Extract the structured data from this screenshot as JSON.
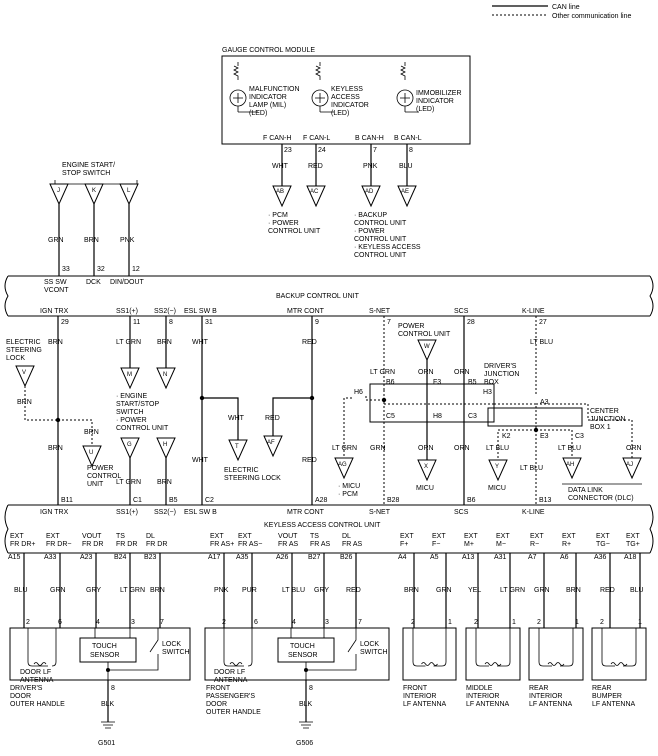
{
  "legend": {
    "can_line": "CAN line",
    "other_line": "Other communication line"
  },
  "gauge": {
    "title": "GAUGE CONTROL MODULE",
    "mil": [
      "MALFUNCTION",
      "INDICATOR",
      "LAMP (MIL)",
      "(LED)"
    ],
    "keyless": [
      "KEYLESS",
      "ACCESS",
      "INDICATOR",
      "(LED)"
    ],
    "immo": [
      "IMMOBILIZER",
      "INDICATOR",
      "(LED)"
    ],
    "pins": [
      {
        "name": "F CAN-H",
        "pin": "23",
        "wire": "WHT",
        "conn": "AB"
      },
      {
        "name": "F CAN-L",
        "pin": "24",
        "wire": "RED",
        "conn": "AC"
      },
      {
        "name": "B CAN-H",
        "pin": "7",
        "wire": "PNK",
        "conn": "AD"
      },
      {
        "name": "B CAN-L",
        "pin": "8",
        "wire": "BLU",
        "conn": "AE"
      }
    ],
    "pcm_note": [
      "· PCM",
      "· POWER",
      "  CONTROL UNIT"
    ],
    "backup_note": [
      "· BACKUP",
      "  CONTROL UNIT",
      "· POWER",
      "  CONTROL UNIT",
      "· KEYLESS ACCESS",
      "  CONTROL UNIT"
    ]
  },
  "engine_switch_top": {
    "title": [
      "ENGINE START/",
      "STOP SWITCH"
    ],
    "conns": [
      "J",
      "K",
      "L"
    ],
    "wires": [
      "GRN",
      "BRN",
      "PNK"
    ]
  },
  "backup_unit": {
    "title": "BACKUP CONTROL UNIT",
    "top_pins": [
      {
        "pin": "33",
        "name": "SS SW",
        "name2": "VCONT"
      },
      {
        "pin": "32",
        "name": "DCK",
        "name2": ""
      },
      {
        "pin": "12",
        "name": "DIN/DOUT",
        "name2": ""
      }
    ],
    "bottom_pins": [
      {
        "name": "IGN TRX",
        "pin": "29"
      },
      {
        "name": "SS1(+)",
        "pin": "11"
      },
      {
        "name": "SS2(−)",
        "pin": "8"
      },
      {
        "name": "ESL SW B",
        "pin": "31"
      },
      {
        "name": "MTR CONT",
        "pin": "9"
      },
      {
        "name": "S-NET",
        "pin": "7"
      },
      {
        "name": "SCS",
        "pin": "28"
      },
      {
        "name": "K-LINE",
        "pin": "27"
      }
    ]
  },
  "mid": {
    "esl_lock": [
      "ELECTRIC",
      "STEERING",
      "LOCK"
    ],
    "conn_v": "V",
    "engine_switch": [
      "· ENGINE",
      "  START/STOP",
      "  SWITCH",
      "· POWER",
      "  CONTROL UNIT"
    ],
    "conn_m": "M",
    "conn_n": "N",
    "pcu_top": [
      "POWER",
      "CONTROL UNIT"
    ],
    "conn_w": "W",
    "djb": [
      "DRIVER'S",
      "JUNCTION",
      "BOX"
    ],
    "cjb": [
      "CENTER",
      "JUNCTION",
      "BOX 1"
    ],
    "djb_pins": {
      "b6": "B6",
      "f3": "F3",
      "b5": "B5",
      "h3": "H3",
      "h6": "H6",
      "c5": "C5",
      "h8": "H8",
      "c3": "C3",
      "a3": "A3"
    },
    "cjb_pins": {
      "k2": "K2",
      "e3": "E3",
      "c3": "C3"
    },
    "conn_u": "U",
    "pcu_u": [
      "POWER",
      "CONTROL",
      "UNIT"
    ],
    "conn_g": "G",
    "conn_h": "H",
    "conn_t": "T",
    "conn_af": "AF",
    "esl_lock2": [
      "ELECTRIC",
      "STEERING LOCK"
    ],
    "conn_ag": "AG",
    "micu_pcm": [
      "· MICU",
      "· PCM"
    ],
    "conn_x": "X",
    "micu1": "MICU",
    "conn_y": "Y",
    "micu2": "MICU",
    "conn_ah": "AH",
    "conn_aj": "AJ",
    "dlc": [
      "DATA LINK",
      "CONNECTOR (DLC)"
    ],
    "wires": {
      "brn": "BRN",
      "ltgrn": "LT GRN",
      "wht": "WHT",
      "red": "RED",
      "orn": "ORN",
      "ltblu": "LT BLU",
      "grn": "GRN"
    }
  },
  "keyless_unit": {
    "title": "KEYLESS ACCESS CONTROL UNIT",
    "top_pins": [
      {
        "name": "IGN TRX",
        "pin": "B11"
      },
      {
        "name": "SS1(+)",
        "pin": "C1"
      },
      {
        "name": "SS2(−)",
        "pin": "B5"
      },
      {
        "name": "ESL SW B",
        "pin": "C2"
      },
      {
        "name": "MTR CONT",
        "pin": "A28"
      },
      {
        "name": "S-NET",
        "pin": "B28"
      },
      {
        "name": "SCS",
        "pin": "B6"
      },
      {
        "name": "K-LINE",
        "pin": "B13"
      }
    ],
    "bottom_pins": [
      {
        "l1": "EXT",
        "l2": "FR DR+",
        "pin": "A15",
        "wire": "BLU"
      },
      {
        "l1": "EXT",
        "l2": "FR DR−",
        "pin": "A33",
        "wire": "GRN"
      },
      {
        "l1": "VOUT",
        "l2": "FR DR",
        "pin": "A23",
        "wire": "GRY"
      },
      {
        "l1": "TS",
        "l2": "FR DR",
        "pin": "B24",
        "wire": "LT GRN"
      },
      {
        "l1": "DL",
        "l2": "FR DR",
        "pin": "B23",
        "wire": "BRN"
      },
      {
        "l1": "EXT",
        "l2": "FR AS+",
        "pin": "A17",
        "wire": "PNK"
      },
      {
        "l1": "EXT",
        "l2": "FR AS−",
        "pin": "A35",
        "wire": "PUR"
      },
      {
        "l1": "VOUT",
        "l2": "FR AS",
        "pin": "A26",
        "wire": "LT BLU"
      },
      {
        "l1": "TS",
        "l2": "FR AS",
        "pin": "B27",
        "wire": "GRY"
      },
      {
        "l1": "DL",
        "l2": "FR AS",
        "pin": "B26",
        "wire": "RED"
      },
      {
        "l1": "EXT",
        "l2": "F+",
        "pin": "A4",
        "wire": "BRN"
      },
      {
        "l1": "EXT",
        "l2": "F−",
        "pin": "A5",
        "wire": "GRN"
      },
      {
        "l1": "EXT",
        "l2": "M+",
        "pin": "A13",
        "wire": "YEL"
      },
      {
        "l1": "EXT",
        "l2": "M−",
        "pin": "A31",
        "wire": "LT GRN"
      },
      {
        "l1": "EXT",
        "l2": "R−",
        "pin": "A7",
        "wire": "GRN"
      },
      {
        "l1": "EXT",
        "l2": "R+",
        "pin": "A6",
        "wire": "BRN"
      },
      {
        "l1": "EXT",
        "l2": "TG−",
        "pin": "A36",
        "wire": "RED"
      },
      {
        "l1": "EXT",
        "l2": "TG+",
        "pin": "A18",
        "wire": "BLU"
      }
    ]
  },
  "handles": {
    "driver": {
      "pins": [
        "2",
        "6",
        "4",
        "3",
        "7"
      ],
      "antenna": [
        "DOOR LF",
        "ANTENNA"
      ],
      "sensor": [
        "TOUCH",
        "SENSOR"
      ],
      "lock": [
        "LOCK",
        "SWITCH"
      ],
      "name": [
        "DRIVER'S",
        "DOOR",
        "OUTER HANDLE"
      ],
      "gnd_pin": "8",
      "gnd_wire": "BLK",
      "ground": "G501"
    },
    "pass": {
      "pins": [
        "2",
        "6",
        "4",
        "3",
        "7"
      ],
      "antenna": [
        "DOOR LF",
        "ANTENNA"
      ],
      "sensor": [
        "TOUCH",
        "SENSOR"
      ],
      "lock": [
        "LOCK",
        "SWITCH"
      ],
      "name": [
        "FRONT",
        "PASSENGER'S",
        "DOOR",
        "OUTER HANDLE"
      ],
      "gnd_pin": "8",
      "gnd_wire": "BLK",
      "ground": "G506"
    }
  },
  "antennas": [
    {
      "pins": [
        "2",
        "1"
      ],
      "name": [
        "FRONT",
        "INTERIOR",
        "LF ANTENNA"
      ]
    },
    {
      "pins": [
        "2",
        "1"
      ],
      "name": [
        "MIDDLE",
        "INTERIOR",
        "LF ANTENNA"
      ]
    },
    {
      "pins": [
        "2",
        "1"
      ],
      "name": [
        "REAR",
        "INTERIOR",
        "LF ANTENNA"
      ]
    },
    {
      "pins": [
        "2",
        "1"
      ],
      "name": [
        "REAR",
        "BUMPER",
        "LF ANTENNA"
      ]
    }
  ]
}
